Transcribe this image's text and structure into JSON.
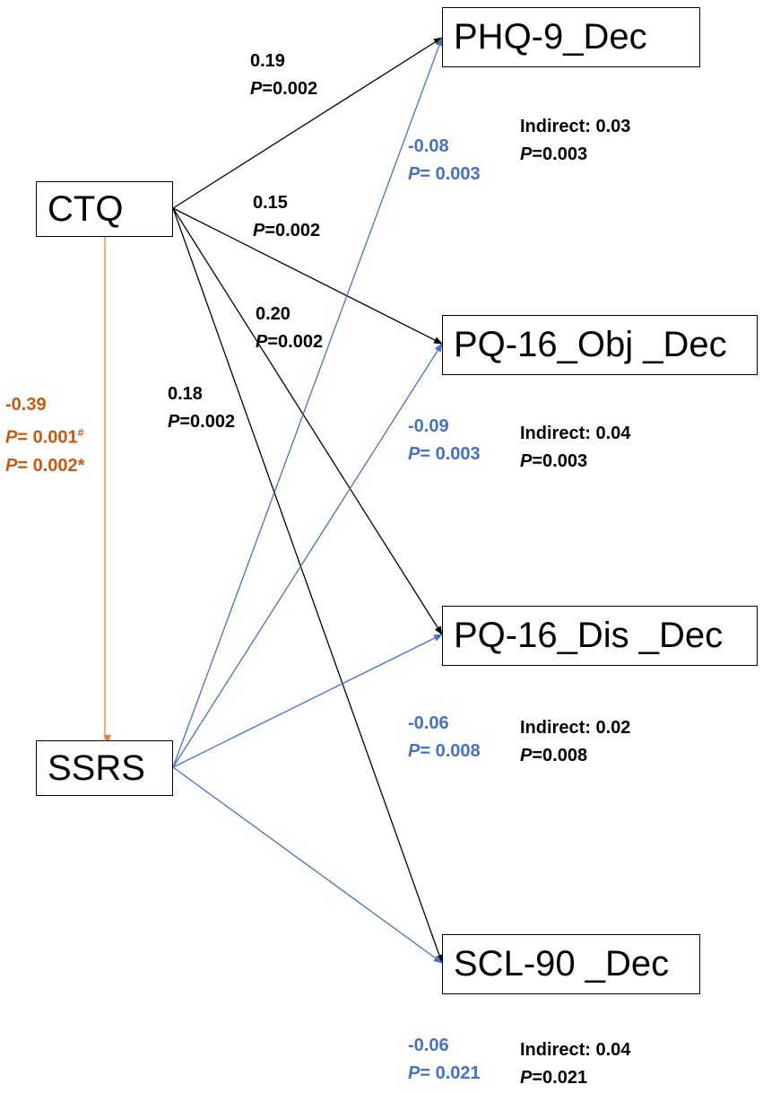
{
  "nodes": {
    "ctq": "CTQ",
    "ssrs": "SSRS",
    "phq": "PHQ-9_Dec",
    "pq_obj": "PQ-16_Obj _Dec",
    "pq_dis": "PQ-16_Dis _Dec",
    "scl": "SCL-90 _Dec"
  },
  "p_symbol": "P",
  "paths": {
    "ctq_ssrs": {
      "coef": "-0.39",
      "p1": "= 0.001",
      "p1_mark": "#",
      "p2": "= 0.002*"
    },
    "ctq_phq": {
      "coef": "0.19",
      "p": "=0.002"
    },
    "ctq_pqobj": {
      "coef": "0.15",
      "p": "=0.002"
    },
    "ctq_pqdis": {
      "coef": "0.20",
      "p": "=0.002"
    },
    "ctq_scl": {
      "coef": "0.18",
      "p": "=0.002"
    },
    "ssrs_phq": {
      "coef": "-0.08",
      "p": "= 0.003"
    },
    "ssrs_pqobj": {
      "coef": "-0.09",
      "p": "= 0.003"
    },
    "ssrs_pqdis": {
      "coef": "-0.06",
      "p": "= 0.008"
    },
    "ssrs_scl": {
      "coef": "-0.06",
      "p": "= 0.021"
    }
  },
  "indirect": {
    "phq": {
      "text": "Indirect: 0.03",
      "p": "=0.003"
    },
    "pq_obj": {
      "text": "Indirect: 0.04",
      "p": "=0.003"
    },
    "pq_dis": {
      "text": "Indirect: 0.02",
      "p": "=0.008"
    },
    "scl": {
      "text": "Indirect: 0.04",
      "p": "=0.021"
    }
  },
  "colors": {
    "ctq_paths": "#000000",
    "ssrs_paths": "#4472c4",
    "ctq_ssrs_path": "#ed7d31",
    "ctq_ssrs_label": "#c55a11"
  }
}
